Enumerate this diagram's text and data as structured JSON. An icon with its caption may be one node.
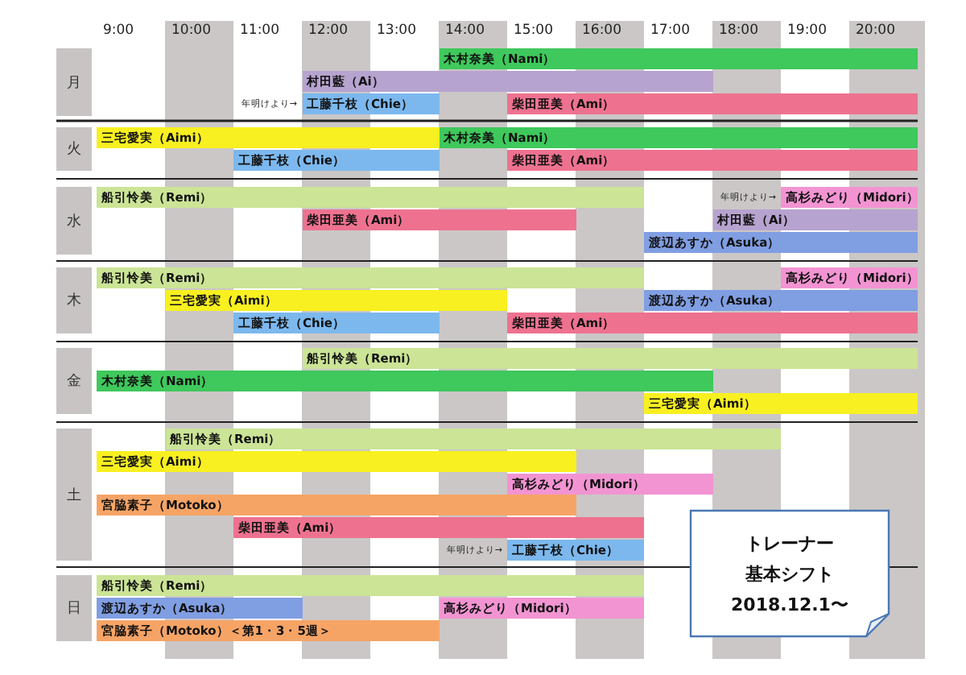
{
  "diagram": {
    "nodes": [
      {
        "text": [
          "月"
        ]
      },
      {
        "text": [
          "木村奈美（Nami）"
        ]
      },
      {
        "text": [
          "村田藍（Ai）"
        ]
      },
      {
        "text": [
          "工藤千枝（Chie）"
        ],
        "beside": [
          "年明けより→"
        ]
      },
      {
        "text": [
          "柴田亜美（Ami）"
        ]
      },
      {
        "text": [
          "火"
        ]
      },
      {
        "text": [
          "三宅愛実（Aimi）"
        ]
      },
      {
        "text": [
          "木村奈美（Nami）"
        ]
      },
      {
        "text": [
          "工藤千枝（Chie）"
        ]
      },
      {
        "text": [
          "柴田亜美（Ami）"
        ]
      },
      {
        "text": [
          "水"
        ]
      },
      {
        "text": [
          "船引怜美（Remi）"
        ]
      },
      {
        "text": [
          "高杉みどり（Midori）"
        ],
        "beside": [
          "年明けより→"
        ]
      },
      {
        "text": [
          "柴田亜美（Ami）"
        ]
      },
      {
        "text": [
          "村田藍（Ai）"
        ]
      },
      {
        "text": [
          "渡辺あすか（Asuka）"
        ]
      },
      {
        "text": [
          "木"
        ]
      },
      {
        "text": [
          "船引怜美（Remi）"
        ]
      },
      {
        "text": [
          "高杉みどり（Midori）"
        ]
      },
      {
        "text": [
          "三宅愛実（Aimi）"
        ]
      },
      {
        "text": [
          "渡辺あすか（Asuka）"
        ]
      },
      {
        "text": [
          "工藤千枝（Chie）"
        ]
      },
      {
        "text": [
          "柴田亜美（Ami）"
        ]
      },
      {
        "text": [
          "金"
        ]
      },
      {
        "text": [
          "船引怜美（Remi）"
        ]
      },
      {
        "text": [
          "木村奈美（Nami）"
        ]
      },
      {
        "text": [
          "三宅愛実（Aimi）"
        ]
      },
      {
        "text": [
          "土"
        ]
      },
      {
        "text": [
          "船引怜美（Remi）"
        ]
      },
      {
        "text": [
          "三宅愛実（Aimi）"
        ]
      },
      {
        "text": [
          "高杉みどり（Midori）"
        ]
      },
      {
        "text": [
          "宮脇素子（Motoko）"
        ]
      },
      {
        "text": [
          "柴田亜美（Ami）"
        ]
      },
      {
        "text": [
          "工藤千枝（Chie）"
        ],
        "beside": [
          "年明けより→"
        ]
      },
      {
        "text": [
          "日"
        ]
      },
      {
        "text": [
          "船引怜美（Remi）"
        ]
      },
      {
        "text": [
          "渡辺あすか（Asuka）"
        ]
      },
      {
        "text": [
          "高杉みどり（Midori）"
        ]
      },
      {
        "text": [
          "宮脇素子（Motoko）＜第1・3・5週＞"
        ]
      },
      {
        "text": [
          "トレーナー",
          "基本シフト",
          "2018.12.1〜"
        ]
      }
    ],
    "labels": [
      "9:00",
      "10:00",
      "11:00",
      "12:00",
      "13:00",
      "14:00",
      "15:00",
      "16:00",
      "17:00",
      "18:00",
      "19:00",
      "20:00"
    ]
  }
}
